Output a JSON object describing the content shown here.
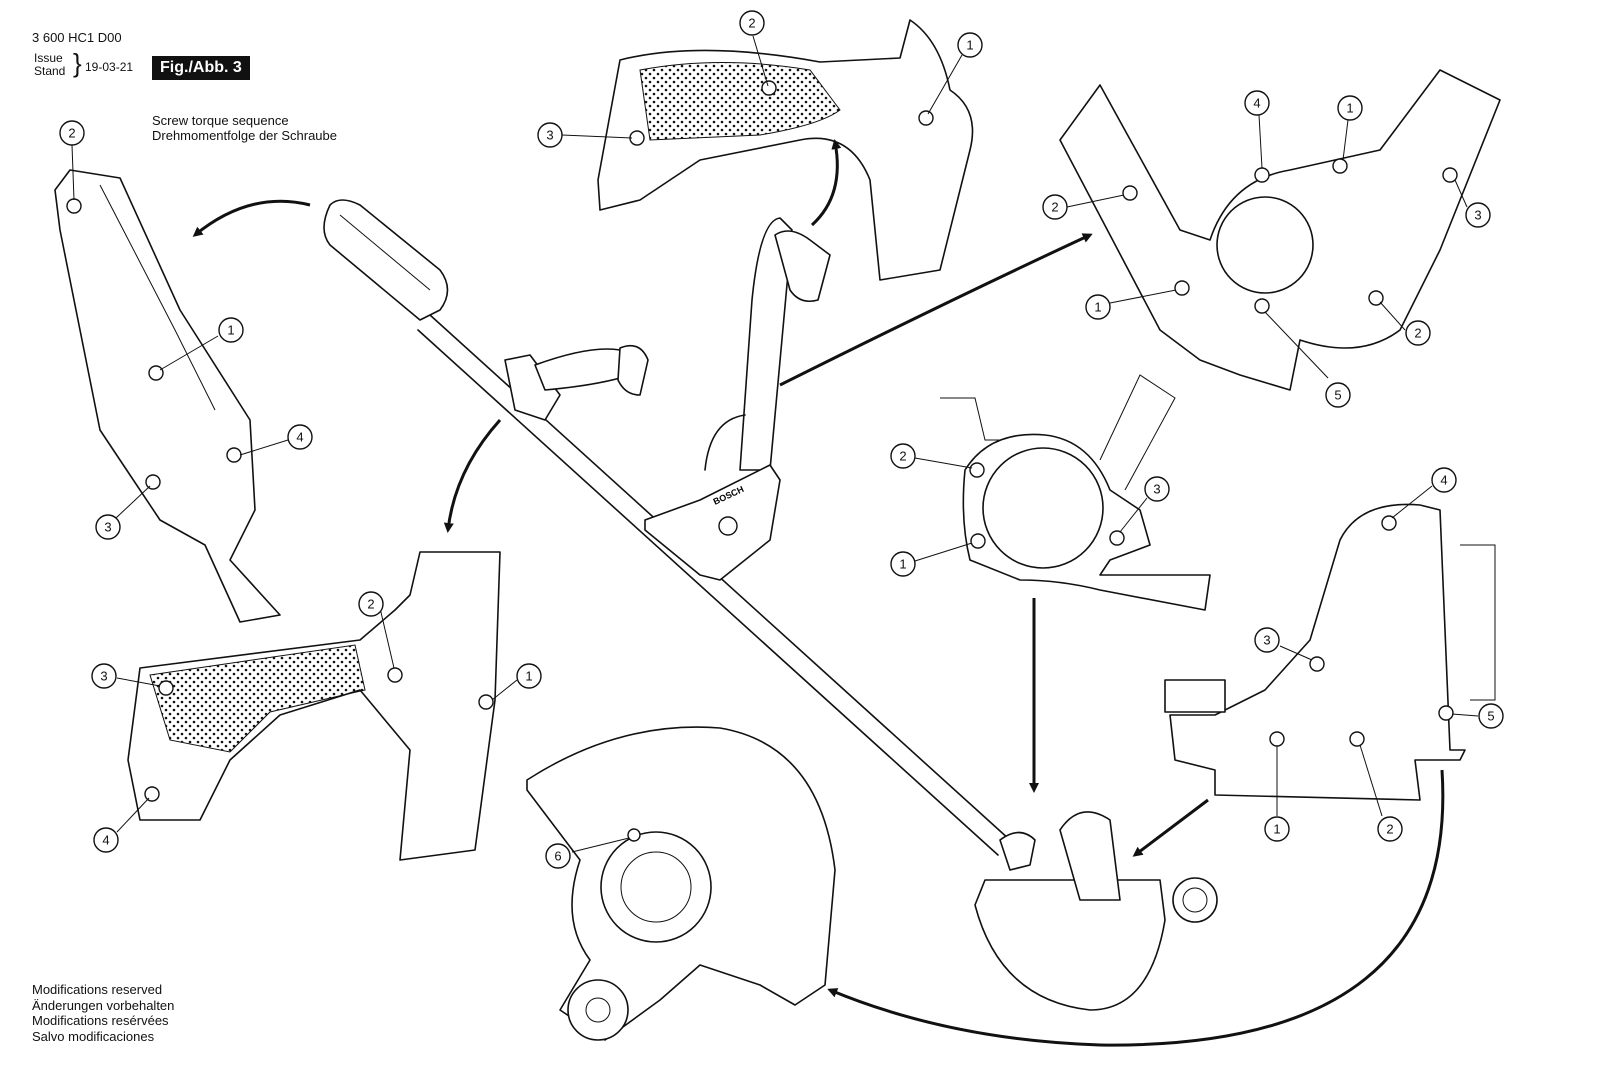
{
  "header": {
    "part_number": "3 600 HC1 D00",
    "issue_label": "Issue",
    "stand_label": "Stand",
    "issue_date": "19-03-21",
    "figure_label": "Fig./Abb. 3"
  },
  "notes": {
    "torque_line_en": "Screw torque sequence",
    "torque_line_de": "Drehmomentfolge der Schraube"
  },
  "footer": {
    "lines": [
      "Modifications reserved",
      "Änderungen vorbehalten",
      "Modifications resérvées",
      "Salvo modificaciones"
    ]
  },
  "callouts": {
    "top_handle": [
      "1",
      "2",
      "3"
    ],
    "rear_handle": [
      "1",
      "2",
      "3",
      "4"
    ],
    "front_handle": [
      "1",
      "2",
      "3",
      "4"
    ],
    "pivot_joint": [
      "1",
      "2",
      "3",
      "4",
      "1",
      "2",
      "5"
    ],
    "motor_cover": [
      "1",
      "2",
      "3"
    ],
    "motor_housing": [
      "1",
      "2",
      "3",
      "4",
      "5"
    ],
    "guard": [
      "6"
    ]
  },
  "device_logo": "BOSCH"
}
